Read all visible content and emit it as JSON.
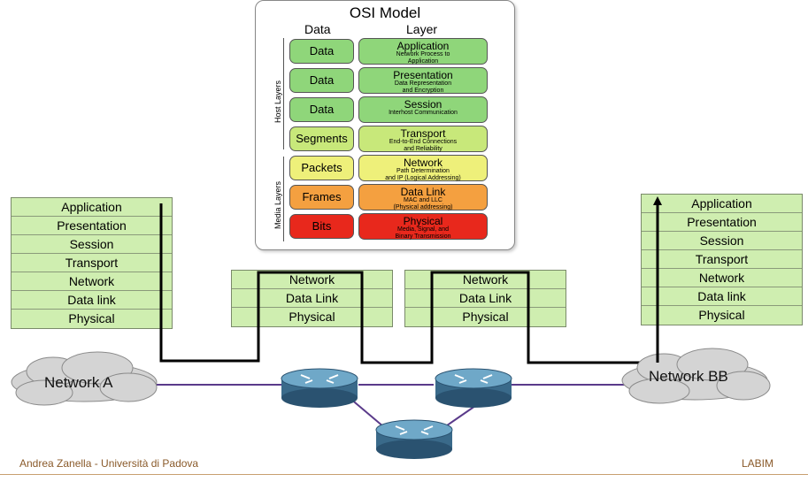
{
  "osi": {
    "title": "OSI Model",
    "col_data": "Data",
    "col_layer": "Layer",
    "host_layers": "Host Layers",
    "media_layers": "Media Layers",
    "rows": [
      {
        "data": "Data",
        "layer": "Application",
        "desc1": "Network Process to",
        "desc2": "Application",
        "color": "#8fd67a"
      },
      {
        "data": "Data",
        "layer": "Presentation",
        "desc1": "Data Representation",
        "desc2": "and Encryption",
        "color": "#8fd67a"
      },
      {
        "data": "Data",
        "layer": "Session",
        "desc1": "Interhost Communication",
        "desc2": "",
        "color": "#8fd67a"
      },
      {
        "data": "Segments",
        "layer": "Transport",
        "desc1": "End-to-End Connections",
        "desc2": "and Reliability",
        "color": "#c8e87a"
      },
      {
        "data": "Packets",
        "layer": "Network",
        "desc1": "Path Determination",
        "desc2": "and IP (Logical Addressing)",
        "color": "#eef07a"
      },
      {
        "data": "Frames",
        "layer": "Data Link",
        "desc1": "MAC and LLC",
        "desc2": "(Physical addressing)",
        "color": "#f4a040"
      },
      {
        "data": "Bits",
        "layer": "Physical",
        "desc1": "Media, Signal, and",
        "desc2": "Binary Transmission",
        "color": "#e8281c"
      }
    ]
  },
  "stack_a": [
    "Application",
    "Presentation",
    "Session",
    "Transport",
    "Network",
    "Data link",
    "Physical"
  ],
  "stack_b": [
    "Application",
    "Presentation",
    "Session",
    "Transport",
    "Network",
    "Data link",
    "Physical"
  ],
  "router1_stack": [
    "Network",
    "Data Link",
    "Physical"
  ],
  "router2_stack": [
    "Network",
    "Data Link",
    "Physical"
  ],
  "network_a": "Network A",
  "network_bb": "Network BB",
  "footer_left": "Andrea Zanella - Università di Padova",
  "footer_right": "LABIM"
}
